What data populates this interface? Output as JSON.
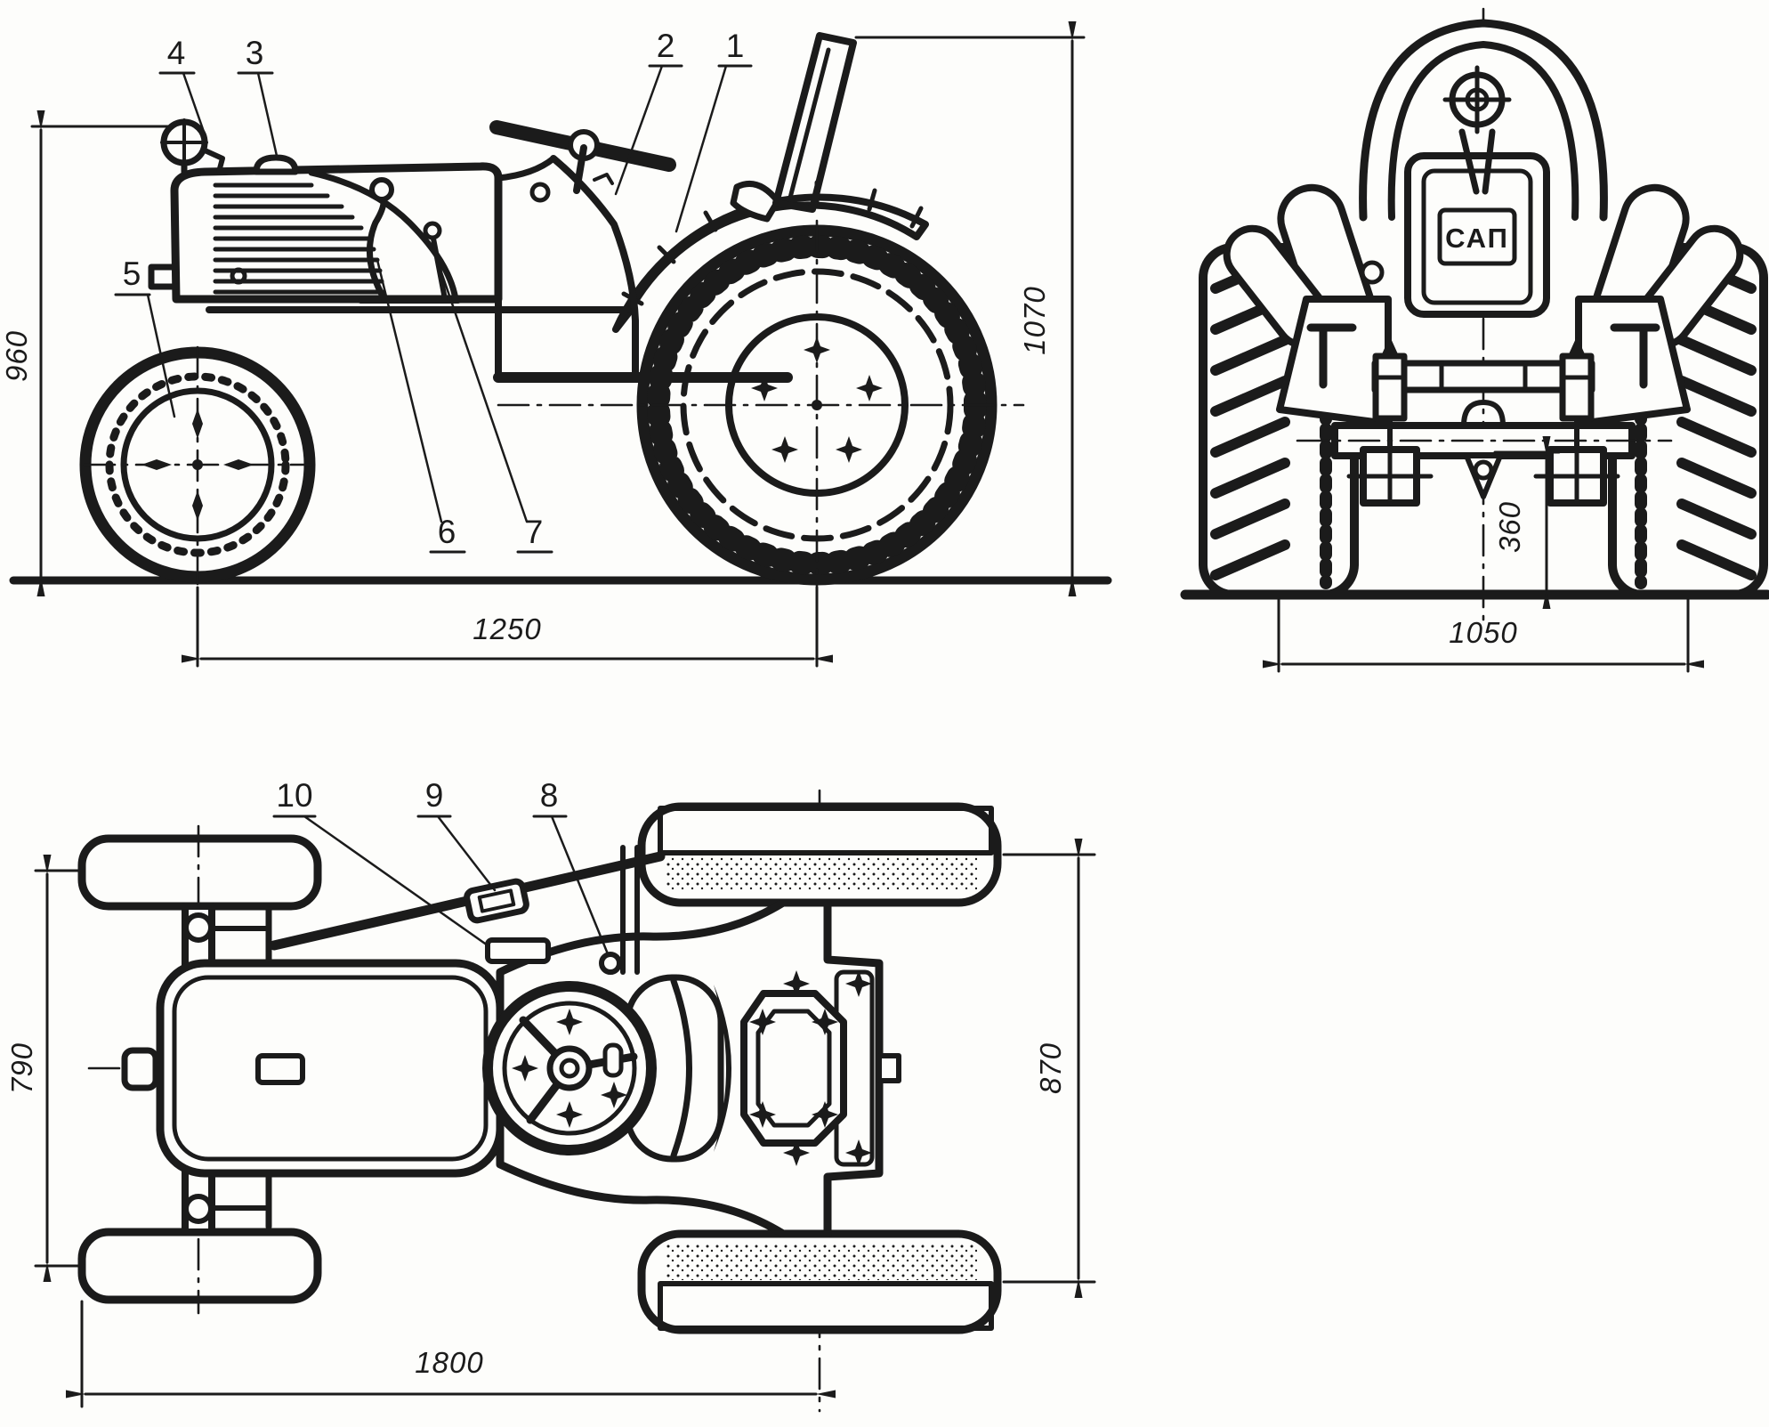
{
  "palette": {
    "paper": "#fdfdfb",
    "ink": "#1b1b1b"
  },
  "callouts": [
    "1",
    "2",
    "3",
    "4",
    "5",
    "6",
    "7",
    "8",
    "9",
    "10"
  ],
  "dimensions": {
    "side_front_height": "960",
    "side_overall_height": "1070",
    "wheelbase": "1250",
    "rear_clearance": "360",
    "rear_track": "1050",
    "front_track": "790",
    "rear_body_width": "870",
    "overall_length": "1800"
  },
  "rear_plate_text": "САП"
}
